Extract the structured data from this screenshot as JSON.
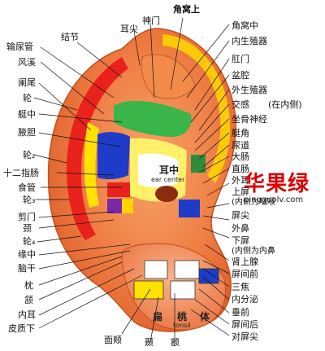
{
  "diagram": {
    "labels_top": {
      "jiewo_shang": "角窝上",
      "shenmen": "神门",
      "erjian": "耳尖",
      "jiejie": "结节"
    },
    "labels_left": {
      "shuniaoguan": "输尿管",
      "fengxi": "风溪",
      "zhouwei": "阑尾",
      "lun": "轮",
      "ting": "艇中",
      "fuzhou": "腋胆",
      "lun2": "轮₂",
      "shierzhichang": "十二指肠",
      "shidao": "食管",
      "lun3": "轮₃",
      "boren": "剪门",
      "jing": "颈",
      "lun4": "轮₄",
      "yuanzhong": "缘中",
      "naogan": "脑干",
      "zhen": "枕",
      "he": "颔",
      "neier": "内耳",
      "pizhixia": "皮质下",
      "mianjia": "面颊",
      "nie": "颞",
      "e": "额"
    },
    "labels_right": {
      "jiaowozhong": "角窝中",
      "neishengzhiqi": "内生殖器",
      "ganmen": "肛门",
      "penqiang": "盆腔",
      "waishengzhiqi": "外生殖器",
      "jiaogan": "交感",
      "jiaogan_note": "(在内侧)",
      "zuogushenjing": "坐骨神经",
      "tingjiao": "艇角",
      "niaodao": "尿道",
      "dachang": "大肠",
      "zhichang": "直肠",
      "waier": "外耳",
      "shangping": "上屏",
      "shangping_note": "(内侧为咽喉",
      "pingjian": "屏尖",
      "waibi": "外鼻",
      "xiaping": "下屏",
      "xiaping_note": "(内侧为内鼻",
      "shenshangxian": "肾上腺",
      "pingjianqian": "屏间前",
      "sanjiao": "三焦",
      "neifenmi": "内分泌",
      "chuiqian": "垂前",
      "pingjianhou": "屏间后",
      "duipingjian": "对屏尖"
    },
    "center": {
      "erzhong": "耳中",
      "ear_center": "ear center",
      "bian": "扁",
      "tao": "桃",
      "ti": "体",
      "tonsil": "tonsil"
    },
    "watermark": {
      "name": "华果绿",
      "url": "pingguolv.com"
    }
  }
}
